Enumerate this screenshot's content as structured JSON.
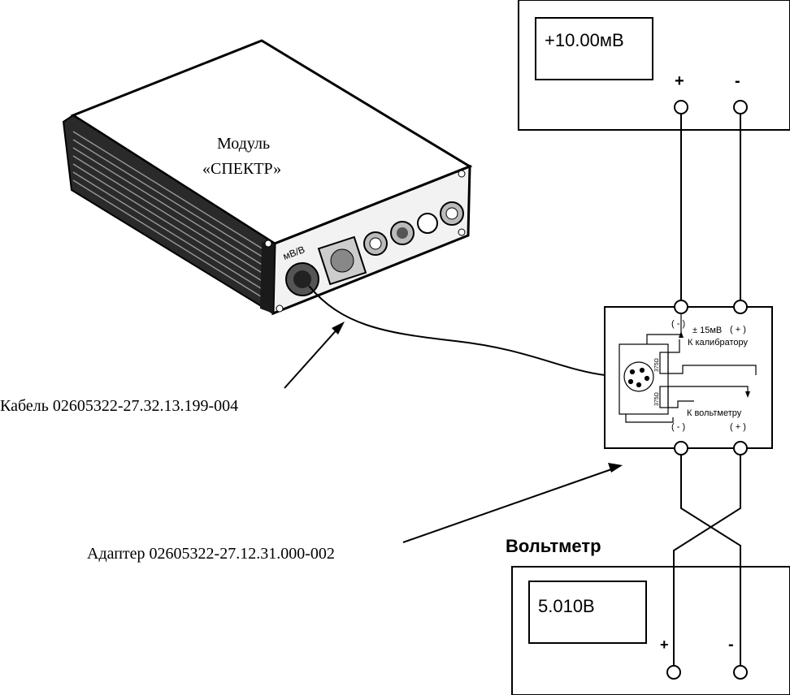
{
  "calibrator": {
    "display_value": "+10.00мВ",
    "plus_label": "+",
    "minus_label": "-"
  },
  "module": {
    "title_line1": "Модуль",
    "title_line2": "«СПЕКТР»",
    "port_label": "мВ/В"
  },
  "cable_label": "Кабель 02605322-27.32.13.199-004",
  "adapter": {
    "label": "Адаптер 02605322-27.12.31.000-002",
    "top_terminals": "( - )",
    "top_plus": "( + )",
    "range_label": "± 15мВ",
    "to_calibrator": "К калибратору",
    "to_voltmeter": "К вольтметру",
    "bottom_minus": "( - )",
    "bottom_plus": "( + )",
    "resistor_top": "375Ω",
    "resistor_bottom": "375Ω"
  },
  "voltmeter": {
    "title": "Вольтметр",
    "display_value": "5.010В",
    "plus_label": "+",
    "minus_label": "-"
  }
}
